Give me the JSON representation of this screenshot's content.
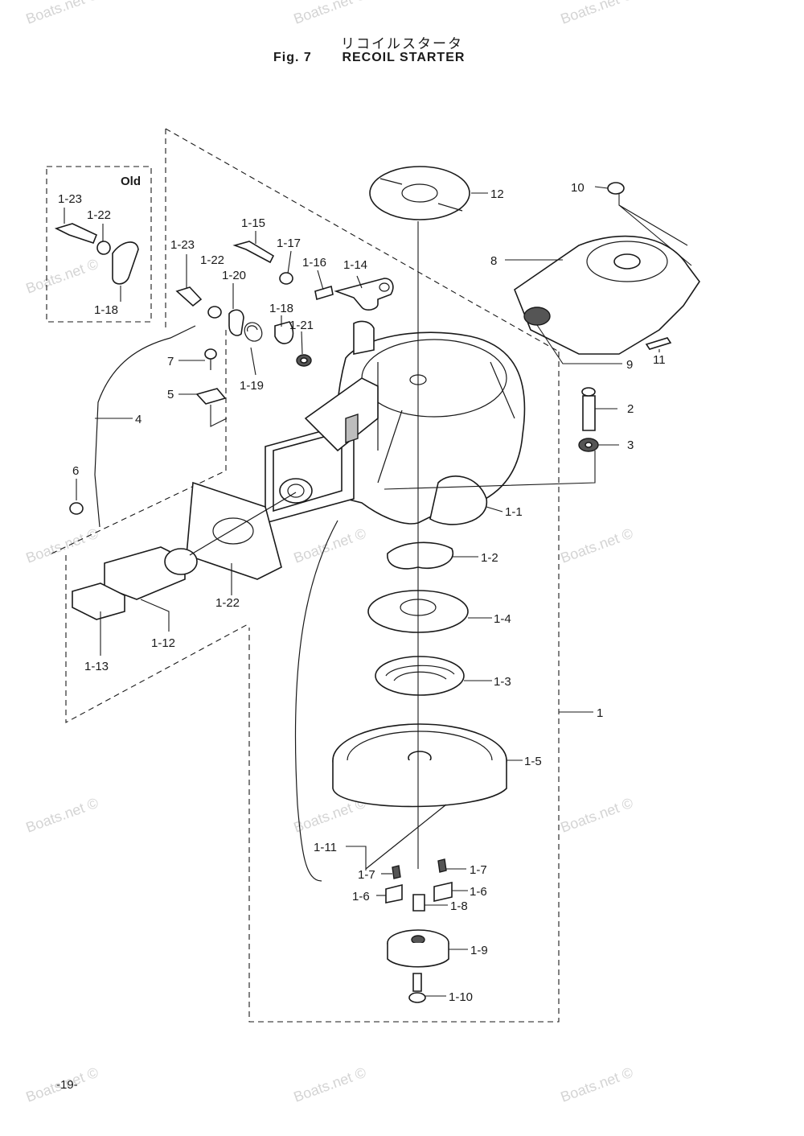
{
  "title": {
    "japanese": "リコイルスタータ",
    "fig_number": "Fig. 7",
    "fig_name": "RECOIL STARTER"
  },
  "old_box_label": "Old",
  "page_number": "-19-",
  "watermark": "Boats.net ©",
  "labels": {
    "p1_23_old": "1-23",
    "p1_22_old": "1-22",
    "p1_18_old": "1-18",
    "p1_15": "1-15",
    "p1_17": "1-17",
    "p1_16": "1-16",
    "p1_14": "1-14",
    "p1_23": "1-23",
    "p1_22a": "1-22",
    "p1_20": "1-20",
    "p1_18": "1-18",
    "p1_21": "1-21",
    "p1_19": "1-19",
    "p7": "7",
    "p5": "5",
    "p4": "4",
    "p6": "6",
    "p1_22b": "1-22",
    "p1_12": "1-12",
    "p1_13": "1-13",
    "p12": "12",
    "p10": "10",
    "p8": "8",
    "p9": "9",
    "p11": "11",
    "p2": "2",
    "p3": "3",
    "p1_1": "1-1",
    "p1_2": "1-2",
    "p1_4": "1-4",
    "p1_3": "1-3",
    "p1": "1",
    "p1_5": "1-5",
    "p1_11": "1-11",
    "p1_7a": "1-7",
    "p1_7b": "1-7",
    "p1_6a": "1-6",
    "p1_6b": "1-6",
    "p1_8": "1-8",
    "p1_9": "1-9",
    "p1_10": "1-10"
  }
}
